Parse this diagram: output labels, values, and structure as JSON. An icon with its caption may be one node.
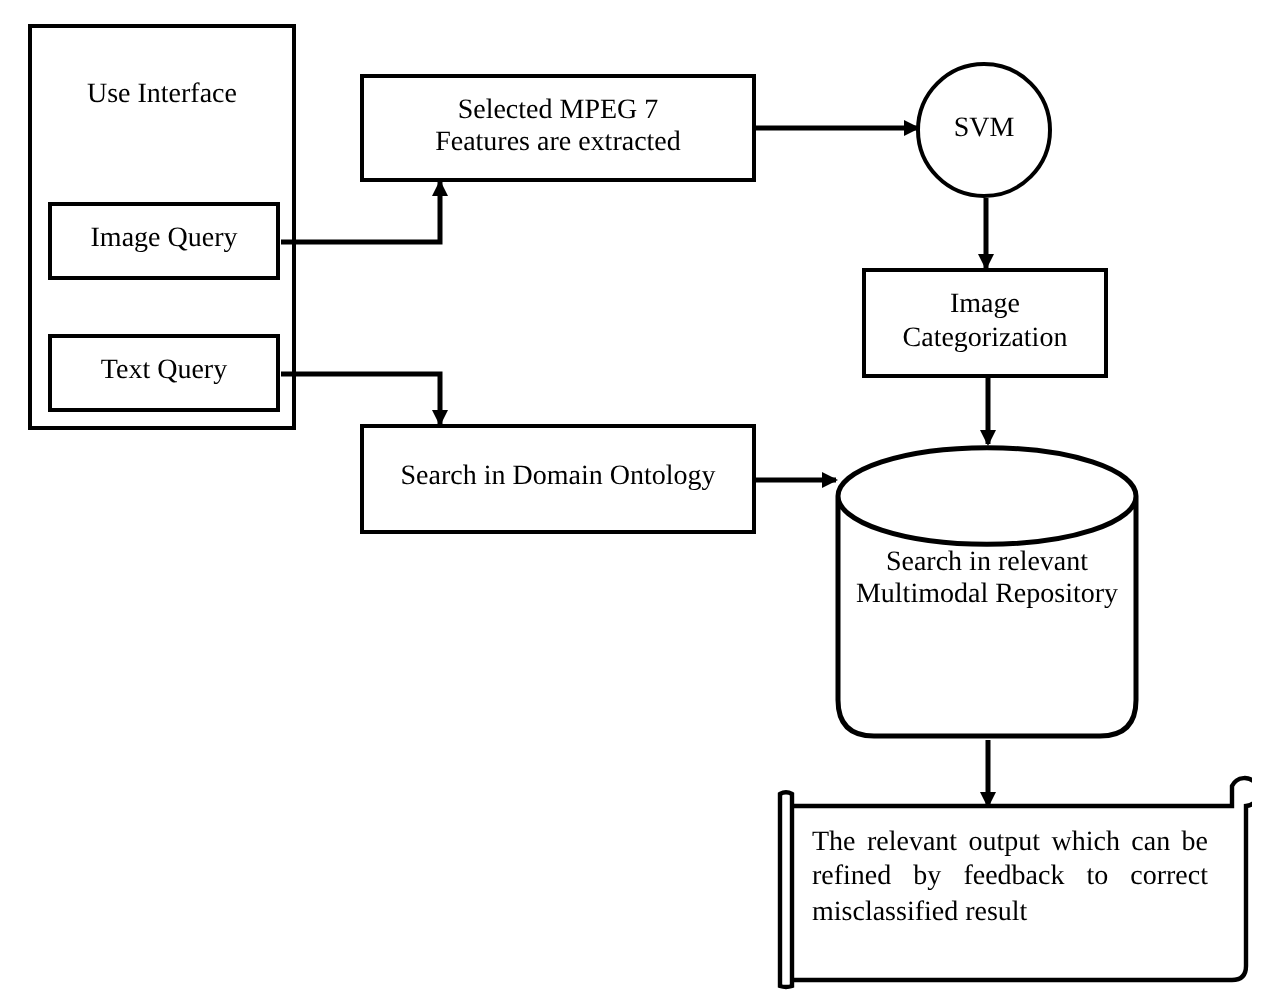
{
  "diagram": {
    "nodes": [
      {
        "text": [
          "Use Interface"
        ]
      },
      {
        "text": [
          "Image Query"
        ],
        "in": 0
      },
      {
        "text": [
          "Text Query"
        ],
        "in": 0
      },
      {
        "text": [
          "Selected MPEG 7 Features are extracted"
        ]
      },
      {
        "text": [
          "SVM"
        ]
      },
      {
        "text": [
          "Image Categorization"
        ]
      },
      {
        "text": [
          "Search in Domain Ontology"
        ]
      },
      {
        "text": [
          "Search in relevant Multimodal Repository"
        ]
      },
      {
        "text": [
          "The relevant output which can be refined by feedback to correct misclassified result"
        ]
      }
    ],
    "edges": [
      {
        "from": 1,
        "to": 3,
        "arrow": "to"
      },
      {
        "from": 2,
        "to": 6,
        "arrow": "to"
      },
      {
        "from": 3,
        "to": 4,
        "arrow": "to"
      },
      {
        "from": 4,
        "to": 5,
        "arrow": "to"
      },
      {
        "from": 5,
        "to": 7,
        "arrow": "to"
      },
      {
        "from": 6,
        "to": 7,
        "arrow": "to"
      },
      {
        "from": 7,
        "to": 8,
        "arrow": "to"
      }
    ]
  }
}
